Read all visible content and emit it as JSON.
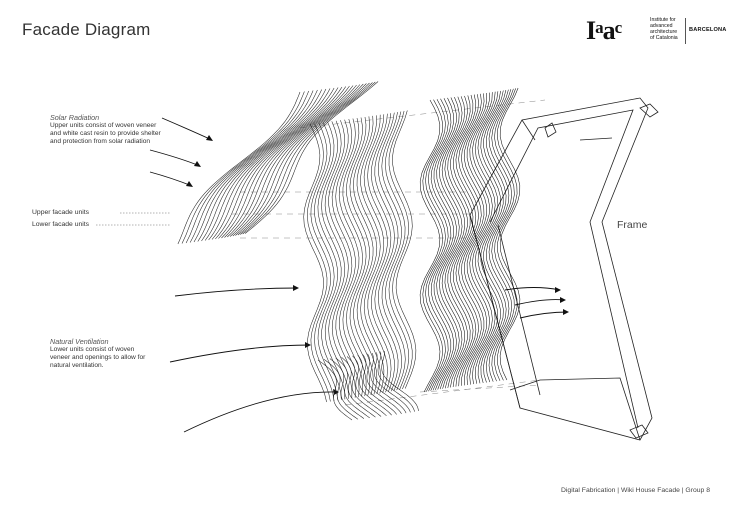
{
  "title": "Facade Diagram",
  "logo": {
    "wordmark": "IaaC",
    "lines": [
      "Institute for",
      "advanced",
      "architecture",
      "of Catalonia"
    ],
    "city": "BARCELONA"
  },
  "annotations": {
    "solar": {
      "heading": "Solar Radiation",
      "body": "Upper units consist of woven veneer and white cast resin to provide shelter and protection from solar radiation"
    },
    "ventilation": {
      "heading": "Natural Ventilation",
      "body": "Lower units consist of woven veneer and openings to allow for natural ventilation."
    }
  },
  "labels": {
    "upper": "Upper facade units",
    "lower": "Lower facade units",
    "frame": "Frame"
  },
  "footer": "Digital Fabrication | Wiki House Facade | Group 8",
  "colors": {
    "ink": "#222222",
    "paper": "#ffffff"
  }
}
